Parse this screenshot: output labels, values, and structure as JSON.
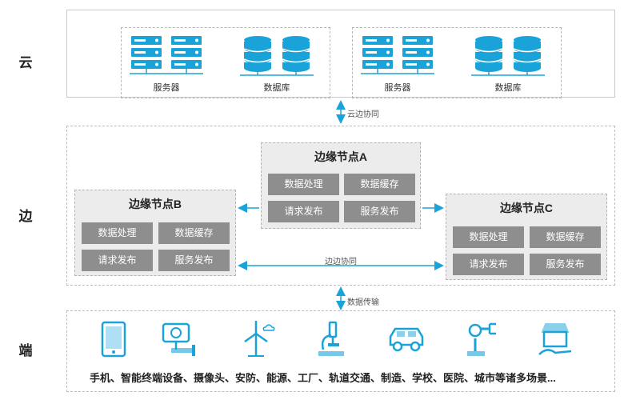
{
  "layers": {
    "cloud": "云",
    "edge": "边",
    "end": "端"
  },
  "cloud": {
    "clusters": [
      {
        "server_label": "服务器",
        "db_label": "数据库"
      },
      {
        "server_label": "服务器",
        "db_label": "数据库"
      }
    ]
  },
  "arrows": {
    "cloud_edge": "云边协同",
    "edge_edge": "边边协同",
    "data_transfer": "数据传输"
  },
  "nodes": {
    "a": {
      "title": "边缘节点A",
      "services": [
        "数据处理",
        "数据缓存",
        "请求发布",
        "服务发布"
      ]
    },
    "b": {
      "title": "边缘节点B",
      "services": [
        "数据处理",
        "数据缓存",
        "请求发布",
        "服务发布"
      ]
    },
    "c": {
      "title": "边缘节点C",
      "services": [
        "数据处理",
        "数据缓存",
        "请求发布",
        "服务发布"
      ]
    }
  },
  "end": {
    "icons": [
      "phone-icon",
      "camera-icon",
      "wind-turbine-icon",
      "microscope-icon",
      "car-icon",
      "robot-arm-icon",
      "store-icon"
    ],
    "caption": "手机、智能终端设备、摄像头、安防、能源、工厂、轨道交通、制造、学校、医院、城市等诸多场景..."
  },
  "colors": {
    "accent": "#1aa3d9",
    "service_bg": "#8e8e8e",
    "node_bg": "#ececec"
  }
}
